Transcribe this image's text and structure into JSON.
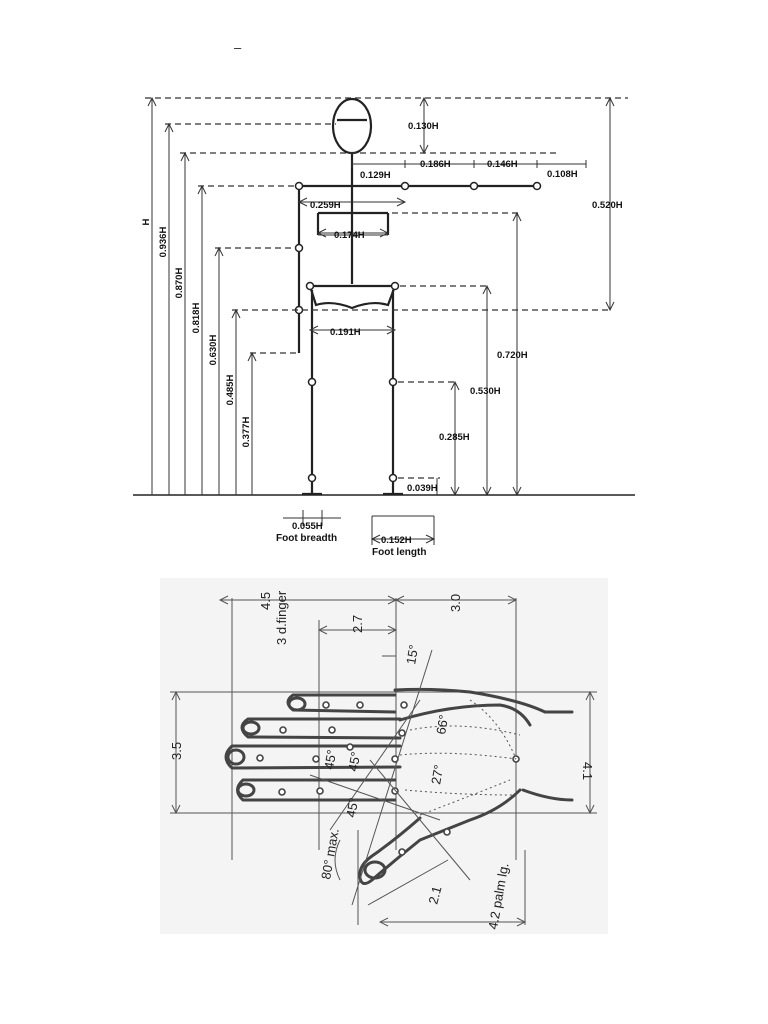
{
  "page_mark": "–",
  "body": {
    "heights": {
      "total": "H",
      "eye": "0.936H",
      "shoulder": "0.870H",
      "chest": "0.818H",
      "hip": "0.630H",
      "wrist": "0.485H",
      "fingertip": "0.377H"
    },
    "head": "0.130H",
    "arm": {
      "shoulder_half": "0.129H",
      "upper_arm": "0.186H",
      "forearm": "0.146H",
      "hand": "0.108H"
    },
    "shoulder_width": "0.259H",
    "chest_width": "0.174H",
    "hip_width": "0.191H",
    "arm_span": "0.520H",
    "shoulder_to_floor": "0.720H",
    "hip_to_floor": "0.530H",
    "knee": "0.285H",
    "ankle": "0.039H",
    "foot_breadth": {
      "value": "0.055H",
      "label": "Foot breadth"
    },
    "foot_length": {
      "value": "0.152H",
      "label": "Foot length"
    }
  },
  "hand": {
    "finger_length": "4.5",
    "finger_label": "3 d.finger",
    "palm_width_top": "3.0",
    "finger_seg": "2.7",
    "width_left": "3.5",
    "width_right": "4.1",
    "thumb": "2.1",
    "palm_length": "4.2 palm lg.",
    "angle_15": "15°",
    "angle_66": "66°",
    "angle_27": "27°",
    "angle_45a": "45°",
    "angle_45b": "45°",
    "angle_45c": "45°",
    "angle_80": "80° max."
  }
}
